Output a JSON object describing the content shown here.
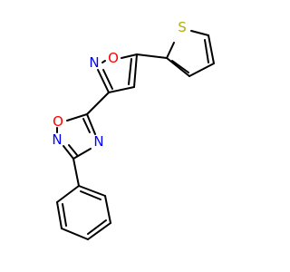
{
  "molecule": {
    "atoms": {
      "s1": {
        "symbol": "S",
        "color": "#b2b200"
      },
      "o_isoxazole": {
        "symbol": "O",
        "color": "#ff0000"
      },
      "n_isoxazole": {
        "symbol": "N",
        "color": "#0000ff"
      },
      "o_oxadiazole": {
        "symbol": "O",
        "color": "#ff0000"
      },
      "n_oxadiazole_left": {
        "symbol": "N",
        "color": "#0000ff"
      },
      "n_oxadiazole_right": {
        "symbol": "N",
        "color": "#0000ff"
      }
    },
    "bond_color": "#000000",
    "background": "#ffffff"
  }
}
